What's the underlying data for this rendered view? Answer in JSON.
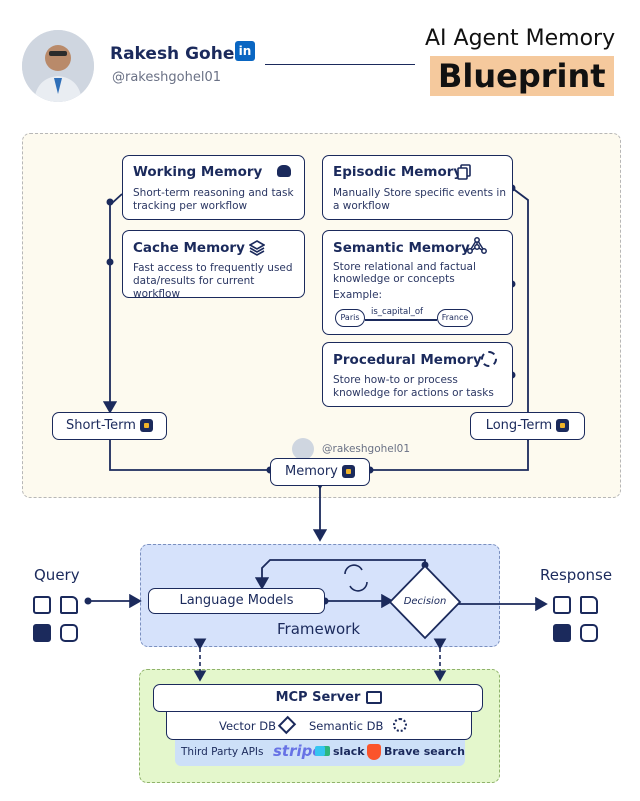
{
  "author": {
    "name": "Rakesh Gohel",
    "handle": "@rakeshgohel01",
    "linkedin_badge": "in"
  },
  "title": {
    "line1": "AI Agent Memory",
    "line2": "Blueprint"
  },
  "memory_cards": {
    "working": {
      "title": "Working Memory",
      "desc1": "Short-term reasoning and task",
      "desc2": "tracking per workflow"
    },
    "cache": {
      "title": "Cache Memory",
      "desc1": "Fast access to frequently used",
      "desc2": "data/results for current workflow"
    },
    "episodic": {
      "title": "Episodic Memory",
      "desc1": "Manually Store specific events in",
      "desc2": "a workflow"
    },
    "semantic": {
      "title": "Semantic Memory",
      "desc1": "Store relational and factual",
      "desc2": "knowledge or concepts",
      "example_label": "Example:",
      "node_a": "Paris",
      "relation": "is_capital_of",
      "node_b": "France"
    },
    "procedural": {
      "title": "Procedural Memory",
      "desc1": "Store how-to or process",
      "desc2": "knowledge for actions or tasks"
    }
  },
  "short_term": "Short-Term",
  "long_term": "Long-Term",
  "memory_hub": "Memory",
  "watermark": "@rakeshgohel01",
  "framework": {
    "label": "Framework",
    "language_models": "Language Models",
    "decision": "Decision"
  },
  "io": {
    "query": "Query",
    "response": "Response"
  },
  "mcp": {
    "server": "MCP Server",
    "vector_db": "Vector DB",
    "semantic_db": "Semantic DB",
    "third_party": "Third Party APIs",
    "stripe": "stripe",
    "slack": "slack",
    "brave": "Brave search"
  },
  "colors": {
    "navy": "#1b2a5c",
    "memory_bg": "#fdfaef",
    "framework_bg": "#d6e2fb",
    "mcp_bg": "#e4f7cc",
    "title_highlight": "#f5c99d"
  }
}
